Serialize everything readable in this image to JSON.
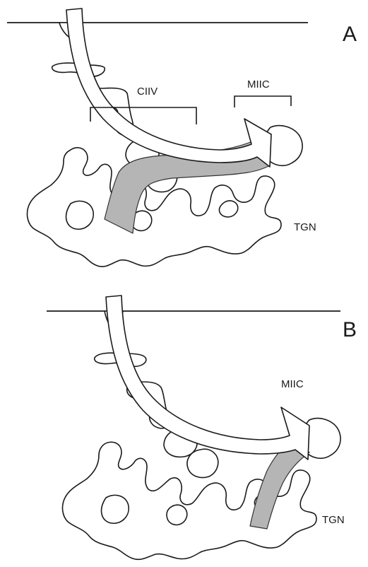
{
  "panel_a": {
    "panel_label": "A",
    "ciiv_label": "CIIV",
    "miic_label": "MIIC",
    "tgn_label": "TGN"
  },
  "panel_b": {
    "panel_label": "B",
    "miic_label": "MIIC",
    "tgn_label": "TGN"
  },
  "colors": {
    "line": "#1a1a1a",
    "gray_arrow": "#b5b5b5",
    "background": "#ffffff"
  }
}
